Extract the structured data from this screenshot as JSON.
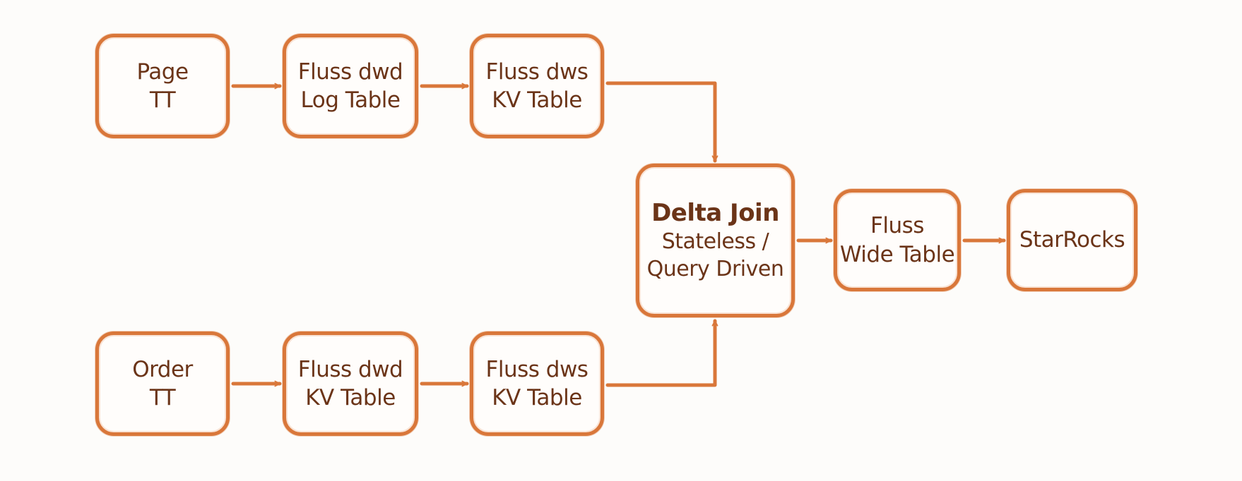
{
  "diagram": {
    "nodes": {
      "page_tt": {
        "lines": [
          "Page",
          "TT"
        ]
      },
      "fluss_dwd_log": {
        "lines": [
          "Fluss dwd",
          "Log Table"
        ]
      },
      "fluss_dws_kv_top": {
        "lines": [
          "Fluss dws",
          "KV Table"
        ]
      },
      "order_tt": {
        "lines": [
          "Order",
          "TT"
        ]
      },
      "fluss_dwd_kv": {
        "lines": [
          "Fluss dwd",
          "KV Table"
        ]
      },
      "fluss_dws_kv_bottom": {
        "lines": [
          "Fluss dws",
          "KV Table"
        ]
      },
      "delta_join": {
        "title": "Delta Join",
        "lines": [
          "Stateless /",
          "Query Driven"
        ]
      },
      "fluss_wide_table": {
        "lines": [
          "Fluss",
          "Wide Table"
        ]
      },
      "starrocks": {
        "lines": [
          "StarRocks"
        ]
      }
    },
    "edges": [
      {
        "from": "page_tt",
        "to": "fluss_dwd_log"
      },
      {
        "from": "fluss_dwd_log",
        "to": "fluss_dws_kv_top"
      },
      {
        "from": "fluss_dws_kv_top",
        "to": "delta_join"
      },
      {
        "from": "order_tt",
        "to": "fluss_dwd_kv"
      },
      {
        "from": "fluss_dwd_kv",
        "to": "fluss_dws_kv_bottom"
      },
      {
        "from": "fluss_dws_kv_bottom",
        "to": "delta_join"
      },
      {
        "from": "delta_join",
        "to": "fluss_wide_table"
      },
      {
        "from": "fluss_wide_table",
        "to": "starrocks"
      }
    ],
    "colors": {
      "stroke": "#d9773a",
      "text": "#6b3418",
      "background": "#fdfcfa"
    }
  }
}
